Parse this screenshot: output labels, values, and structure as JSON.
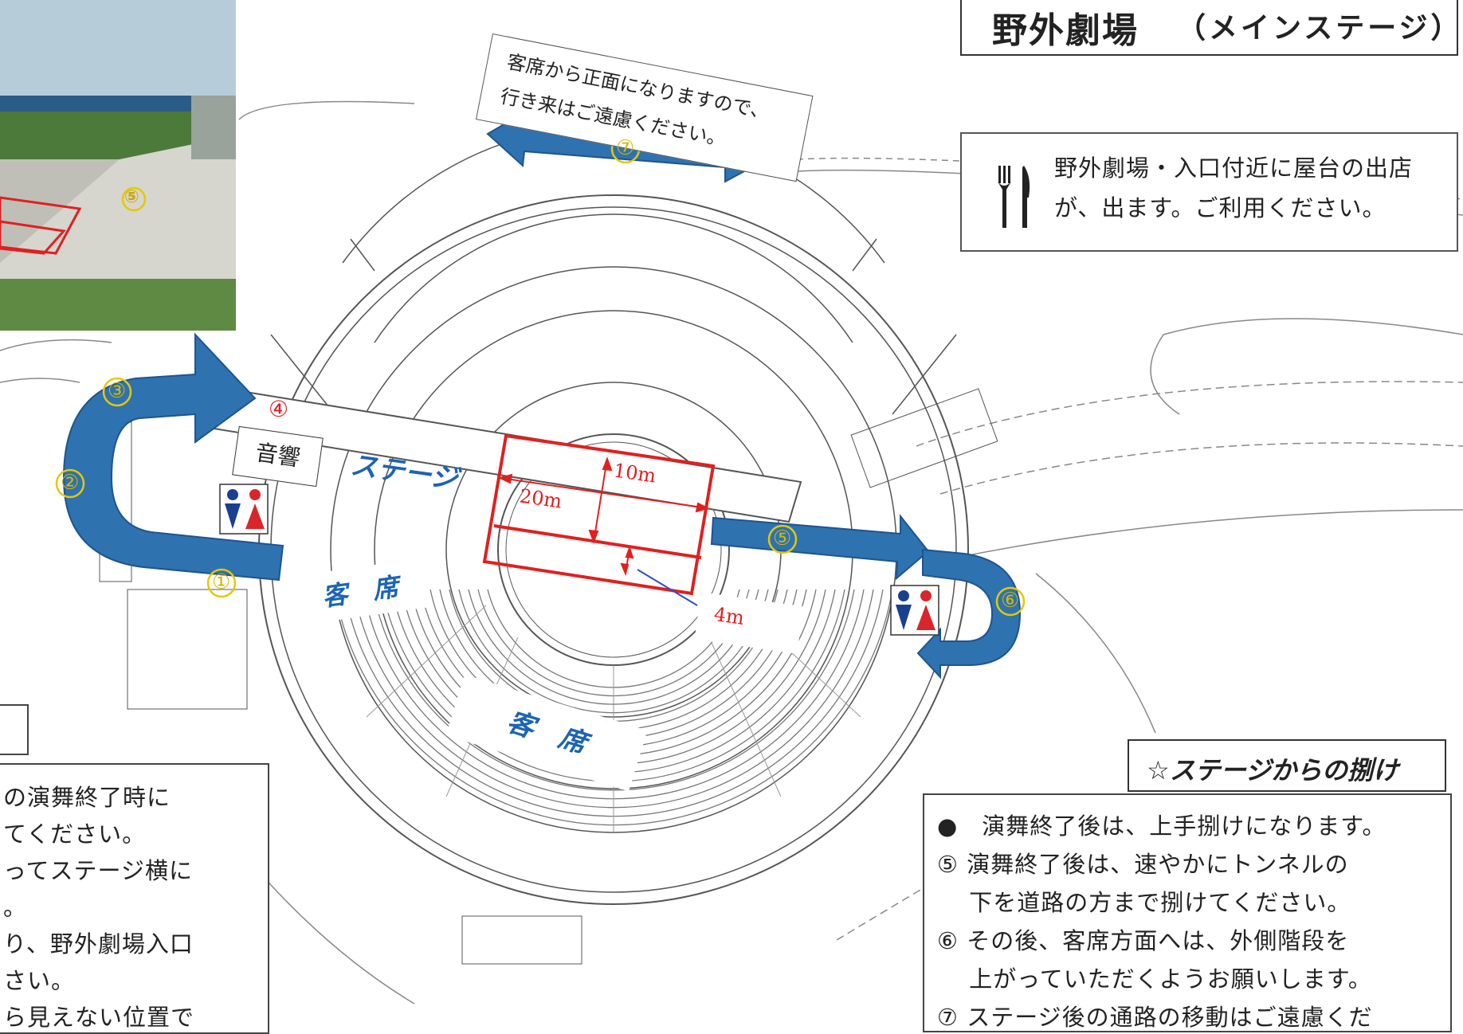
{
  "title": {
    "main": "野外劇場",
    "sub": "（メインステージ）"
  },
  "note_top": {
    "line1": "客席から正面になりますので、",
    "line2": "行き来はご遠慮ください。"
  },
  "food_notice": {
    "line1": "野外劇場・入口付近に屋台の出店",
    "line2": "が、出ます。ご利用ください。",
    "icon": "fork-knife-icon"
  },
  "map_labels": {
    "sound": "音響",
    "stage": "ステージ",
    "seats1": "客　席",
    "seats2": "客　席",
    "dim_width": "20m",
    "dim_depth": "10m",
    "dim_gap": "4m"
  },
  "markers": {
    "m1": "①",
    "m2": "②",
    "m3": "③",
    "m4": "④",
    "m5": "⑤",
    "m6": "⑥",
    "m7": "⑦",
    "photo5": "⑤"
  },
  "exit_section": {
    "title": "☆ステージからの捌け",
    "lines": [
      "●　演舞終了後は、上手捌けになります。",
      "⑤ 演舞終了後は、速やかにトンネルの",
      "　 下を道路の方まで捌けてください。",
      "⑥ その後、客席方面へは、外側階段を",
      "　 上がっていただくようお願いします。",
      "⑦ ステージ後の通路の移動はご遠慮くだ"
    ]
  },
  "left_section": {
    "lines": [
      "の演舞終了時に",
      "てください。",
      "ってステージ横に",
      "。",
      "り、野外劇場入口",
      "さい。",
      "ら見えない位置で"
    ]
  },
  "colors": {
    "arrow": "#2e72b0",
    "red": "#e02020",
    "blue_text": "#1c64b4",
    "toilet_male": "#1a3f8f",
    "toilet_female": "#d8262c"
  }
}
